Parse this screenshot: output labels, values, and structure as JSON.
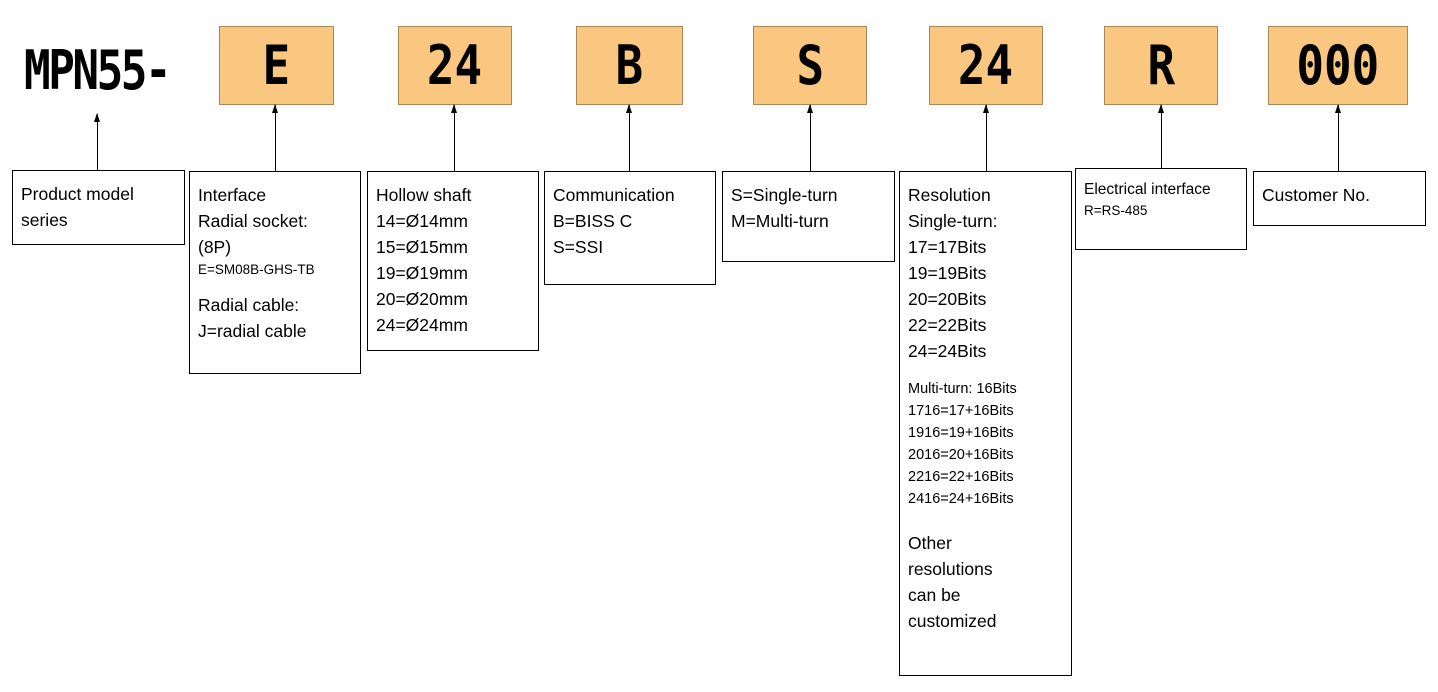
{
  "prefix": "MPN55-",
  "codes": {
    "c1": "E",
    "c2": "24",
    "c3": "B",
    "c4": "S",
    "c5": "24",
    "c6": "R",
    "c7": "000"
  },
  "boxes": {
    "series": [
      "Product model",
      "series"
    ],
    "interface": {
      "l1": "Interface",
      "l2": "Radial socket:",
      "l3": "(8P)",
      "l4": "E=SM08B-GHS-TB",
      "l5": "Radial cable:",
      "l6": "J=radial cable"
    },
    "hollow": [
      "Hollow shaft",
      "14=Ø14mm",
      "15=Ø15mm",
      "19=Ø19mm",
      "20=Ø20mm",
      "24=Ø24mm"
    ],
    "comm": [
      "Communication",
      "B=BISS C",
      "S=SSI"
    ],
    "turn": [
      "S=Single-turn",
      "M=Multi-turn"
    ],
    "resolution": {
      "head": [
        "Resolution",
        "Single-turn:",
        "17=17Bits",
        "19=19Bits",
        "20=20Bits",
        "22=22Bits",
        "24=24Bits"
      ],
      "multi": [
        "Multi-turn: 16Bits",
        "1716=17+16Bits",
        "1916=19+16Bits",
        "2016=20+16Bits",
        "2216=22+16Bits",
        "2416=24+16Bits"
      ],
      "other": [
        "Other",
        "resolutions",
        "can be",
        "customized"
      ]
    },
    "electrical": [
      "Electrical interface",
      "R=RS-485"
    ],
    "customer": "Customer No."
  }
}
